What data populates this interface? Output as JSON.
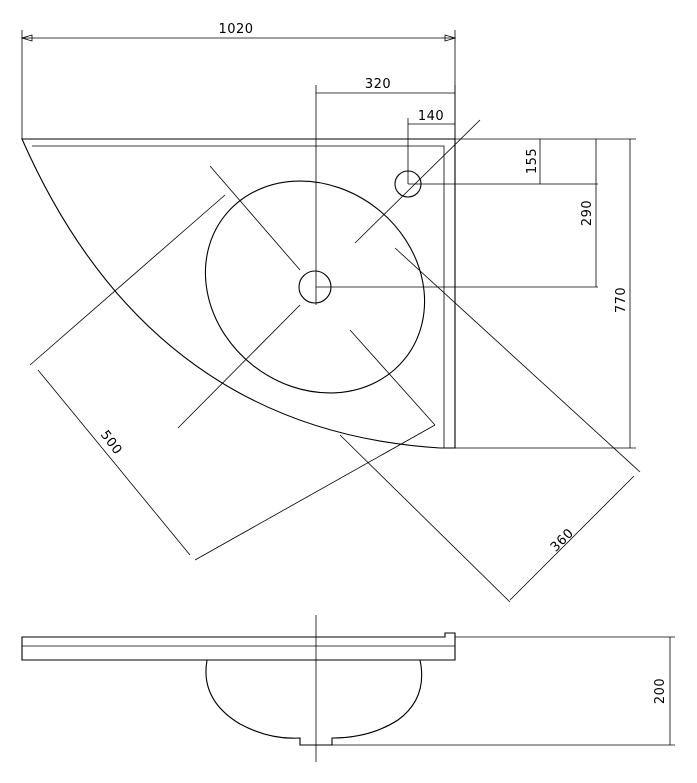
{
  "drawing": {
    "dimensions": {
      "overall_width": "1020",
      "tap_offset_x": "320",
      "overflow_offset_x": "140",
      "overflow_offset_y": "155",
      "tap_offset_y": "290",
      "overall_depth": "770",
      "bowl_length": "500",
      "bowl_width": "360",
      "height": "200"
    }
  }
}
